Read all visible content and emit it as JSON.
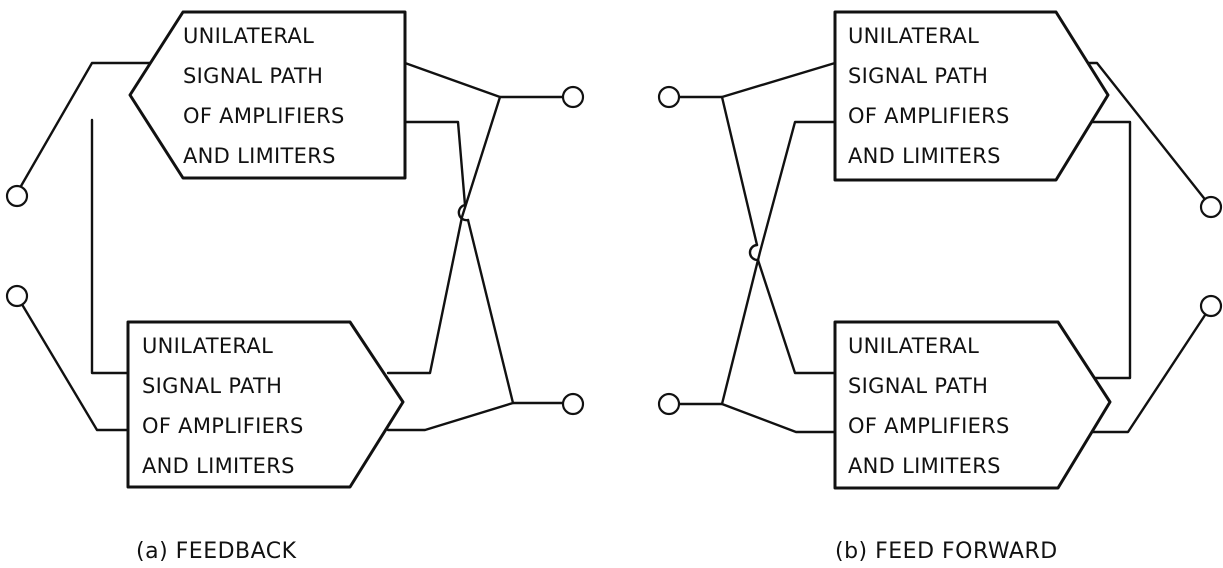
{
  "diagrams": [
    {
      "caption": "(a) FEEDBACK",
      "top_block": [
        "UNILATERAL",
        "SIGNAL  PATH",
        "OF  AMPLIFIERS",
        "AND   LIMITERS"
      ],
      "bottom_block": [
        "UNILATERAL",
        "SIGNAL  PATH",
        "OF  AMPLIFIERS",
        "AND   LIMITERS"
      ]
    },
    {
      "caption": "(b)  FEED  FORWARD",
      "top_block": [
        "UNILATERAL",
        "SIGNAL  PATH",
        "OF  AMPLIFIERS",
        "AND   LIMITERS"
      ],
      "bottom_block": [
        "UNILATERAL",
        "SIGNAL  PATH",
        "OF  AMPLIFIERS",
        "AND   LIMITERS"
      ]
    }
  ]
}
